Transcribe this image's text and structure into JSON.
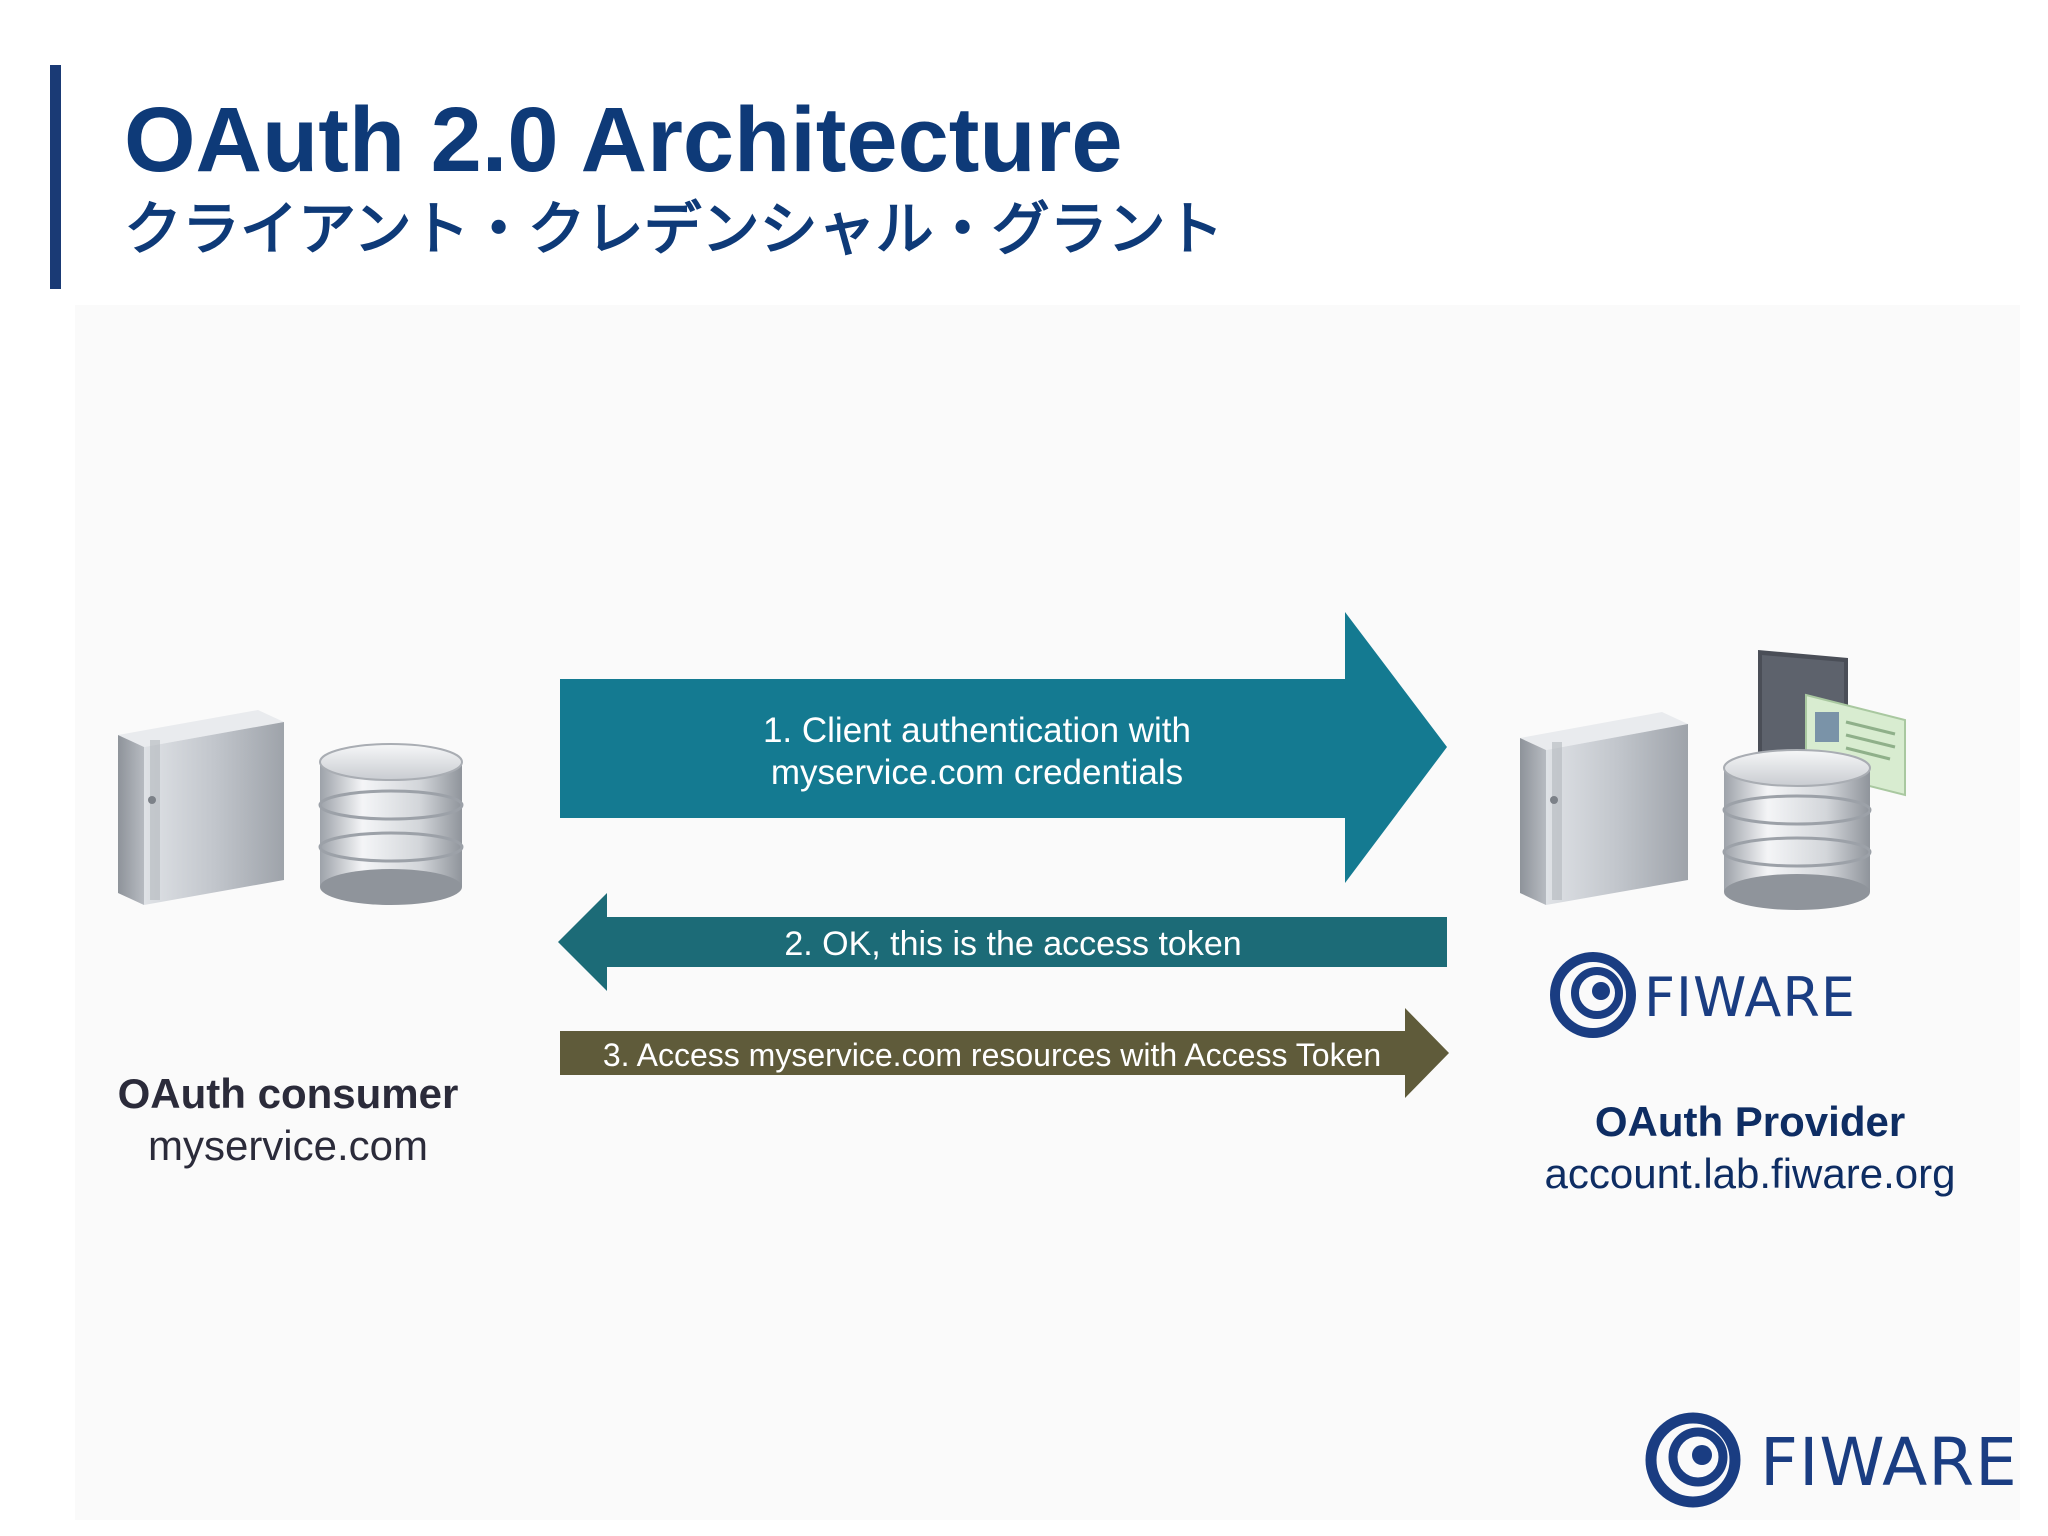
{
  "slide": {
    "title": "OAuth 2.0 Architecture",
    "subtitle": "クライアント・クレデンシャル・グラント",
    "accent_color": "#1a3a75",
    "title_color": "#0e3a78"
  },
  "diagram": {
    "consumer": {
      "role": "OAuth consumer",
      "host": "myservice.com",
      "icons": [
        "server-tower-icon",
        "database-icon"
      ]
    },
    "provider": {
      "role": "OAuth Provider",
      "host": "account.lab.fiware.org",
      "icons": [
        "server-tower-icon",
        "database-icon",
        "id-card-icon"
      ],
      "logo_text": "FIWARE"
    },
    "steps": [
      {
        "direction": "right",
        "line1": "1. Client authentication with",
        "line2": "myservice.com credentials",
        "color": "#147a91"
      },
      {
        "direction": "left",
        "line1": "2. OK, this is the access token",
        "color": "#1c6b77"
      },
      {
        "direction": "right",
        "line1": "3. Access myservice.com resources with Access Token",
        "color": "#5f5b3a"
      }
    ]
  },
  "footer": {
    "logo_text": "FIWARE",
    "logo_color": "#1a3d82"
  }
}
